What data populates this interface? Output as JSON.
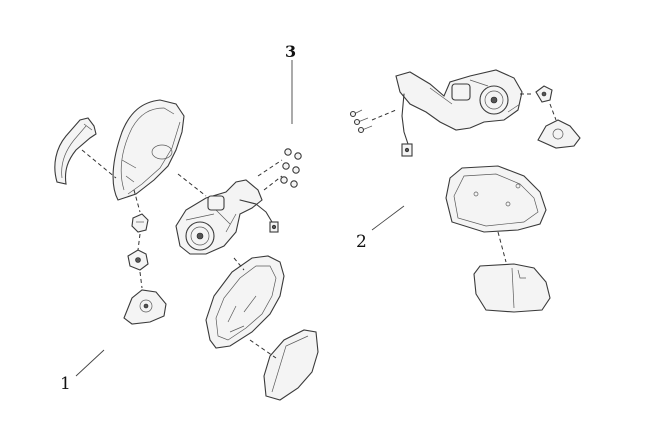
{
  "callouts": {
    "c1": "1",
    "c2": "2",
    "c3": "3"
  },
  "colors": {
    "line": "#3a3a3a",
    "background": "#ffffff"
  }
}
